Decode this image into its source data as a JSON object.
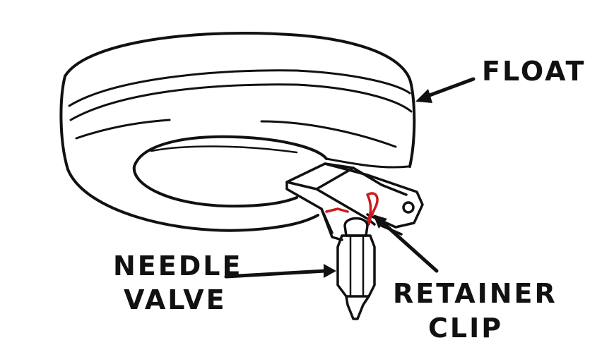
{
  "labels": {
    "float": "FLOAT",
    "needle_valve_line1": "NEEDLE",
    "needle_valve_line2": "VALVE",
    "retainer_clip_line1": "RETAINER",
    "retainer_clip_line2": "CLIP"
  },
  "colors": {
    "line": "#111111",
    "highlight": "#cc1a1a",
    "background": "#ffffff"
  }
}
